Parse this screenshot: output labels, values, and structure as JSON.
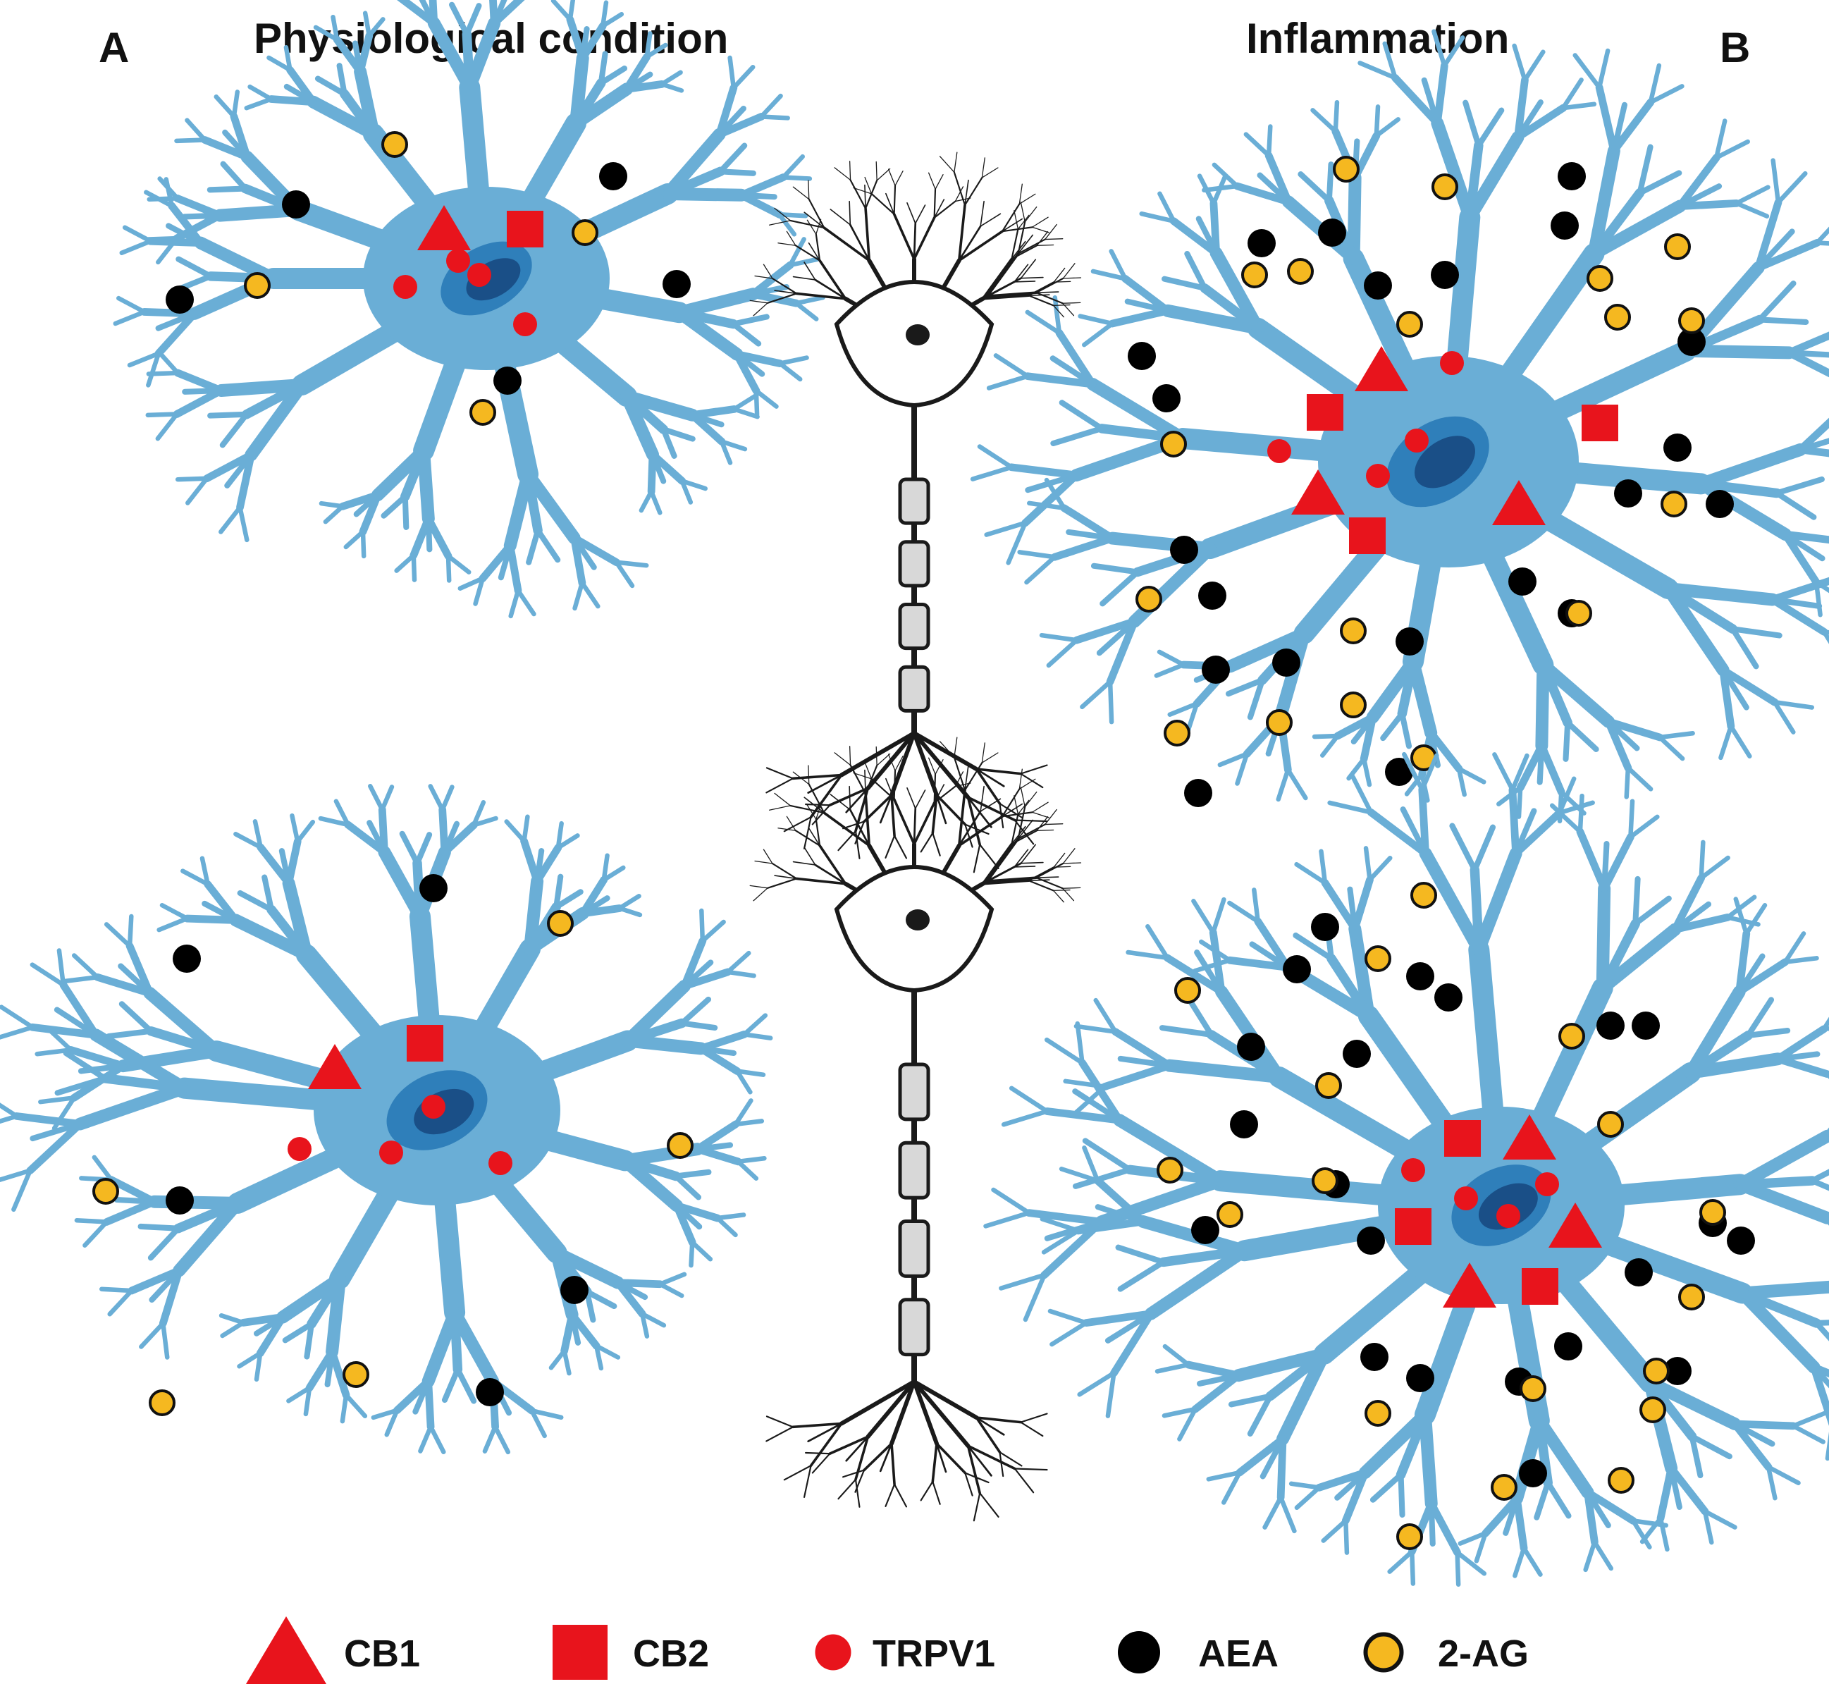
{
  "panels": {
    "a": {
      "letter": "A",
      "title": "Physiological condition"
    },
    "b": {
      "letter": "B",
      "title": "Inflammation"
    }
  },
  "legend": [
    {
      "key": "cb1",
      "label": "CB1",
      "shape": "triangle",
      "color": "#e8141c"
    },
    {
      "key": "cb2",
      "label": "CB2",
      "shape": "square",
      "color": "#e8141c"
    },
    {
      "key": "trpv1",
      "label": "TRPV1",
      "shape": "small-circle",
      "color": "#e8141c"
    },
    {
      "key": "aea",
      "label": "AEA",
      "shape": "circle",
      "color": "#000000"
    },
    {
      "key": "2ag",
      "label": "2-AG",
      "shape": "circle-outlined",
      "color": "#f5b820"
    }
  ],
  "colors": {
    "glia": "#6aaed6",
    "nucleus_outer": "#2f7fba",
    "nucleus_inner": "#1a4f87",
    "neuron": "#1a1a1a"
  },
  "cells": [
    {
      "id": "glia-a-top",
      "panel": "A",
      "condition": "physiological",
      "counts": {
        "cb1": 1,
        "cb2": 1,
        "trpv1": 4,
        "aea": 5,
        "2ag": 4
      }
    },
    {
      "id": "glia-a-bottom",
      "panel": "A",
      "condition": "physiological",
      "counts": {
        "cb1": 1,
        "cb2": 1,
        "trpv1": 4,
        "aea": 5,
        "2ag": 5
      }
    },
    {
      "id": "glia-b-top",
      "panel": "B",
      "condition": "inflammation",
      "counts": {
        "cb1": 3,
        "cb2": 3,
        "trpv1": 4,
        "aea": 21,
        "2ag": 18
      }
    },
    {
      "id": "glia-b-bottom",
      "panel": "B",
      "condition": "inflammation",
      "counts": {
        "cb1": 3,
        "cb2": 3,
        "trpv1": 4,
        "aea": 22,
        "2ag": 18
      }
    }
  ]
}
